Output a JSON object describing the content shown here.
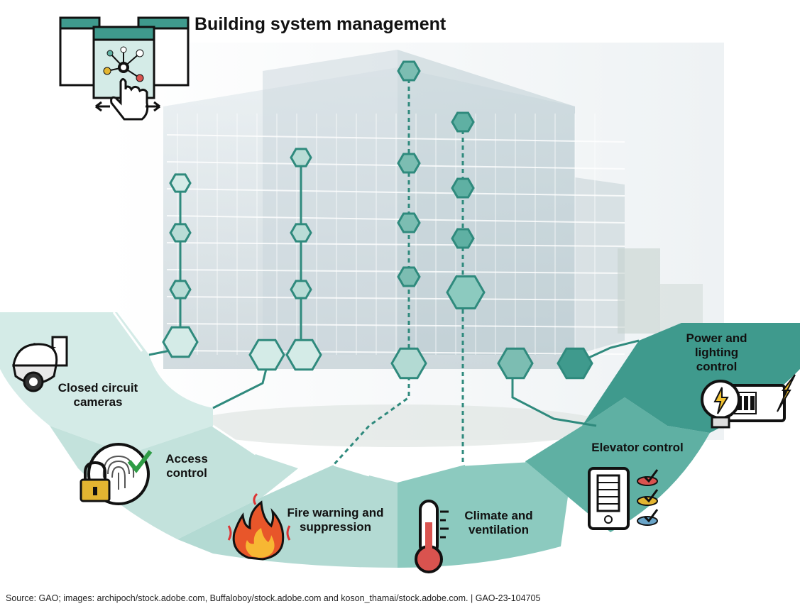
{
  "title": "Building system management",
  "segments": [
    {
      "label": "Closed circuit\ncameras",
      "icon": "security-camera-icon"
    },
    {
      "label": "Access\ncontrol",
      "icon": "fingerprint-lock-icon"
    },
    {
      "label": "Fire warning and\nsuppression",
      "icon": "fire-icon"
    },
    {
      "label": "Climate and\nventilation",
      "icon": "thermometer-icon"
    },
    {
      "label": "Elevator control",
      "icon": "elevator-icon"
    },
    {
      "label": "Power and\nlighting\ncontrol",
      "icon": "lightbulb-battery-icon"
    }
  ],
  "source": "Source: GAO; images: archipoch/stock.adobe.com, Buffaloboy/stock.adobe.com and koson_thamai/stock.adobe.com.  |  GAO-23-104705",
  "colors": {
    "teal_dark": "#3f9a8d",
    "teal_mid": "#7cbdb2",
    "teal_light": "#b9dcd6",
    "teal_pale": "#d4ebe7",
    "hex_fill": "#5fb0a3",
    "line": "#2f8a7d"
  }
}
